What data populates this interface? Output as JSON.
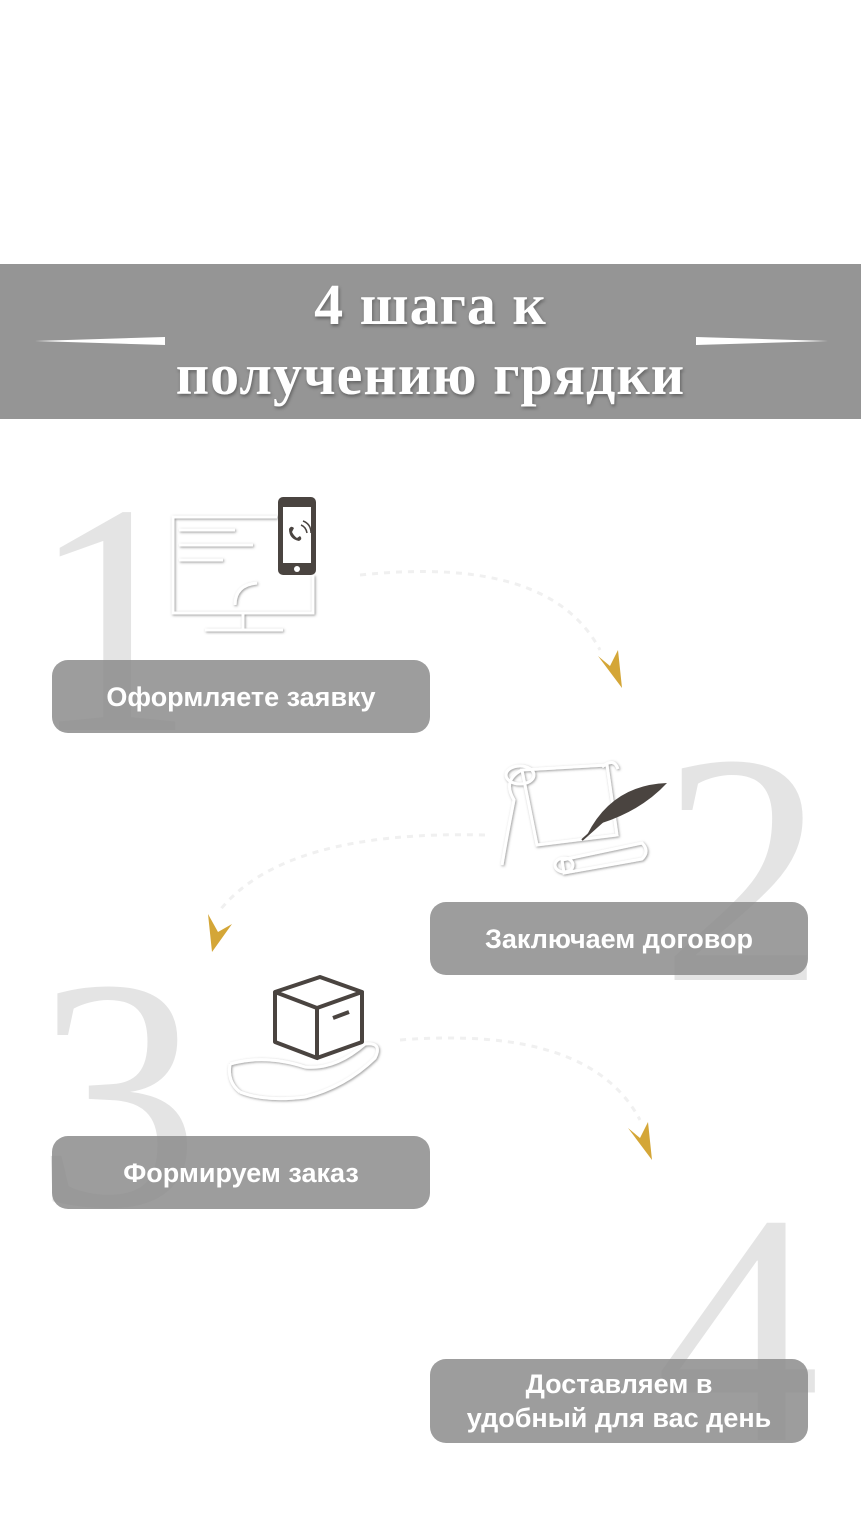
{
  "header": {
    "title_line1": "4 шага к",
    "title_line2": "получению грядки"
  },
  "steps": [
    {
      "number": "1",
      "label": "Оформляете заявку",
      "icon": "computer-phone-icon"
    },
    {
      "number": "2",
      "label": "Заключаем договор",
      "icon": "scroll-quill-icon"
    },
    {
      "number": "3",
      "label": "Формируем заказ",
      "icon": "box-hand-icon"
    },
    {
      "number": "4",
      "label_line1": "Доставляем в",
      "label_line2": "удобный для вас день"
    }
  ],
  "colors": {
    "banner": "#959595",
    "pill": "#8c8c8c",
    "arrow": "#d4a637",
    "big_number": "#e4e4e4"
  }
}
